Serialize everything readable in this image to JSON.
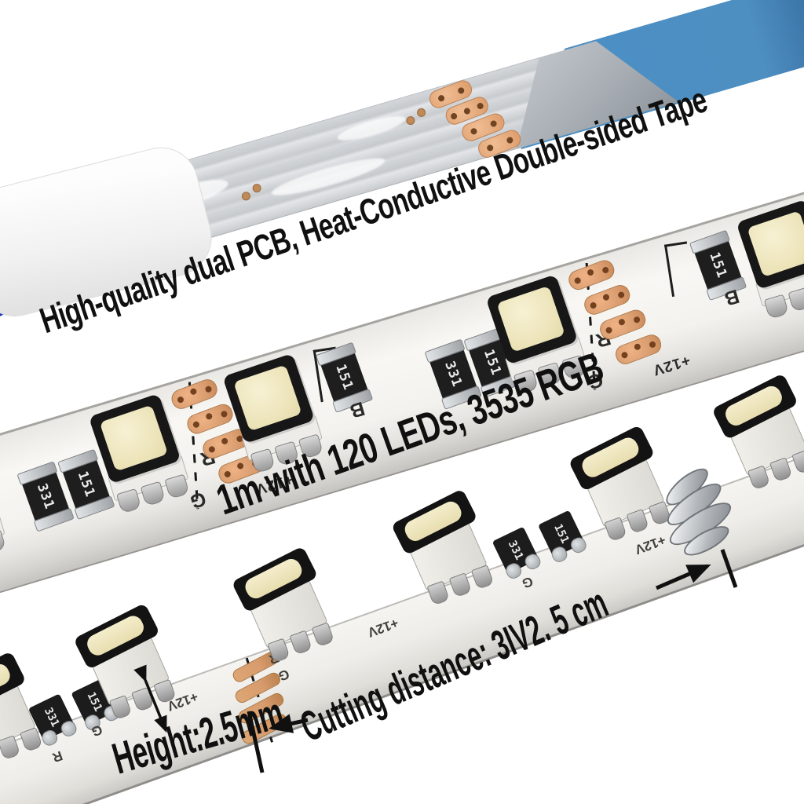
{
  "annotations": {
    "top": "High-quality dual PCB, Heat-Conductive Double-sided Tape",
    "middle": "1m with 120 LEDs, 3535 RGB",
    "height": "Height:2.5mm",
    "cutting": "Cutting distance: 3IV2. 5 cm"
  },
  "silkscreen": {
    "r": "R",
    "g": "G",
    "b": "B",
    "v12": "+12V"
  },
  "resistor_values": {
    "r151": "151",
    "r331": "331"
  },
  "colors": {
    "tape_blue": "#4b8fc5",
    "liner_gray": "#a7adb3",
    "copper": "#d89b6d",
    "led_lens": "#ece3b8",
    "annotation_text": "#101010",
    "wire_black": "#141414",
    "wire_green": "#1b7c3a",
    "wire_red": "#c81e2e",
    "wire_blue": "#2038c0"
  }
}
